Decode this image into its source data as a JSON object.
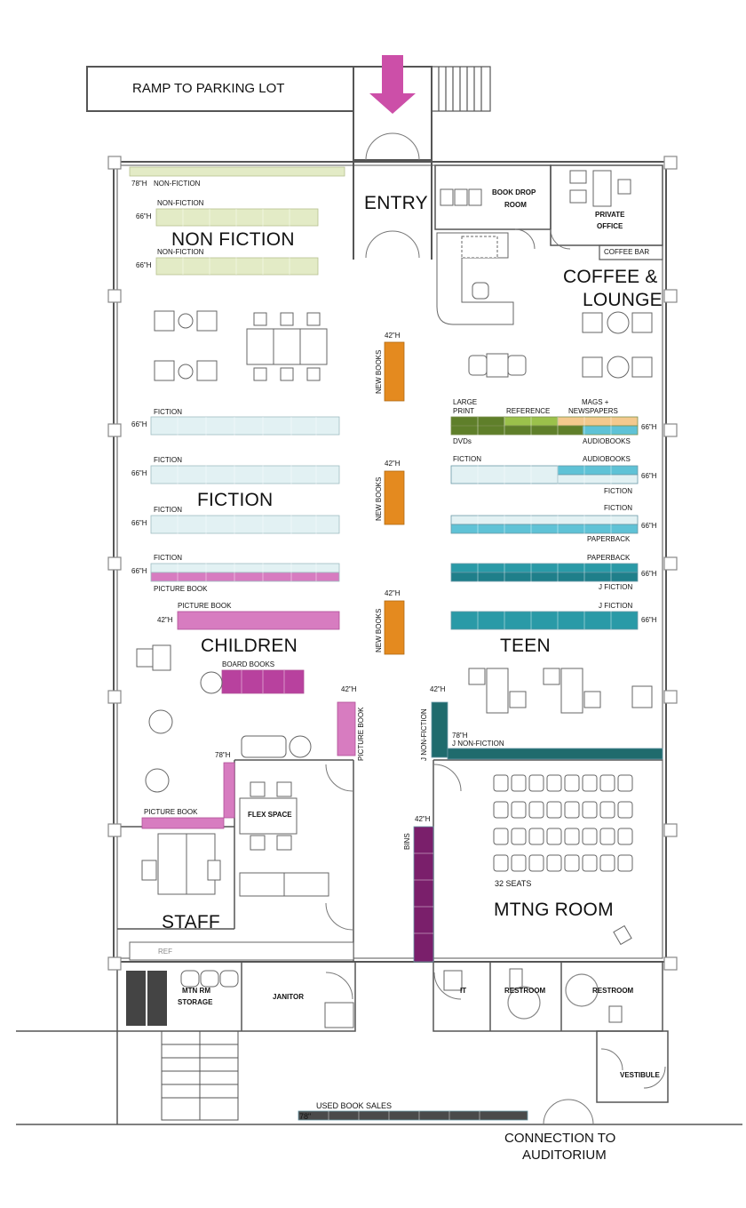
{
  "colors": {
    "nonfiction": "#e3ebc6",
    "fiction": "#e2f1f3",
    "children": "#d77cc0",
    "board": "#b8419e",
    "newbooks": "#e48a1f",
    "teen": "#2a9aa7",
    "paperback": "#5fc2d6",
    "jnonfiction": "#1f6b6d",
    "bins": "#7a1f6b",
    "largeprint": "#5f7f2a",
    "reference": "#9bc14b",
    "mags": "#f3c98e",
    "arrow": "#cc4fa8",
    "used": "#4a4a4a"
  },
  "rooms": {
    "ramp": "RAMP TO PARKING LOT",
    "entry": "ENTRY",
    "book_drop": "BOOK DROP",
    "book_drop_room": "ROOM",
    "private": "PRIVATE",
    "office": "OFFICE",
    "coffee_bar": "COFFEE BAR",
    "coffee": "COFFEE &",
    "lounge": "LOUNGE",
    "non_fiction": "NON FICTION",
    "fiction": "FICTION",
    "children": "CHILDREN",
    "teen": "TEEN",
    "flex": "FLEX SPACE",
    "staff": "STAFF",
    "mtng": "MTNG ROOM",
    "seats": "32 SEATS",
    "mtn_storage_1": "MTN RM",
    "mtn_storage_2": "STORAGE",
    "janitor": "JANITOR",
    "it": "IT",
    "restroom1": "RESTROOM",
    "restroom2": "RESTROOM",
    "vestibule": "VESTIBULE",
    "used": "USED BOOK SALES",
    "connection1": "CONNECTION TO",
    "connection2": "AUDITORIUM",
    "ref": "REF"
  },
  "shelves": {
    "nf_top_h": "78\"H",
    "nf_top": "NON-FICTION",
    "nf_2_label": "NON-FICTION",
    "nf_2_h": "66\"H",
    "nf_3_label": "NON-FICTION",
    "nf_3_h": "66\"H",
    "fic_1_label": "FICTION",
    "fic_1_h": "66\"H",
    "fic_2_label": "FICTION",
    "fic_2_h": "66\"H",
    "fic_3_label": "FICTION",
    "fic_3_h": "66\"H",
    "fic_4_label": "FICTION",
    "fic_4_h": "66\"H",
    "picture_book_1": "PICTURE BOOK",
    "picture_book_2": "PICTURE BOOK",
    "pb_h": "42\"H",
    "board_books": "BOARD BOOKS",
    "pb_vert": "PICTURE BOOK",
    "pb_vert_h": "42\"H",
    "pb_low": "PICTURE BOOK",
    "pb_low_h": "78\"H",
    "nb_1": "NEW BOOKS",
    "nb_1_h": "42\"H",
    "nb_2": "NEW BOOKS",
    "nb_2_h": "42\"H",
    "nb_3": "NEW BOOKS",
    "nb_3_h": "42\"H",
    "large": "LARGE",
    "print": "PRINT",
    "reference": "REFERENCE",
    "mags1": "MAGS +",
    "mags2": "NEWSPAPERS",
    "dvds": "DVDs",
    "audiobooks_1": "AUDIOBOOKS",
    "r1_h": "66\"H",
    "fiction_r2": "FICTION",
    "audiobooks_2": "AUDIOBOOKS",
    "fiction_r2b": "FICTION",
    "r2_h": "66\"H",
    "fiction_r3": "FICTION",
    "paperback_r3": "PAPERBACK",
    "r3_h": "66\"H",
    "paperback_r4": "PAPERBACK",
    "jfiction_r4": "J FICTION",
    "r4_h": "66\"H",
    "jfiction_r5": "J FICTION",
    "r5_h": "66\"H",
    "jnf_h": "42\"H",
    "jnf_vert": "J NON-FICTION",
    "jnf_78": "78\"H",
    "jnf_horiz": "J NON-FICTION",
    "bins_h": "42\"H",
    "bins": "BINS",
    "used_h": "78\""
  }
}
